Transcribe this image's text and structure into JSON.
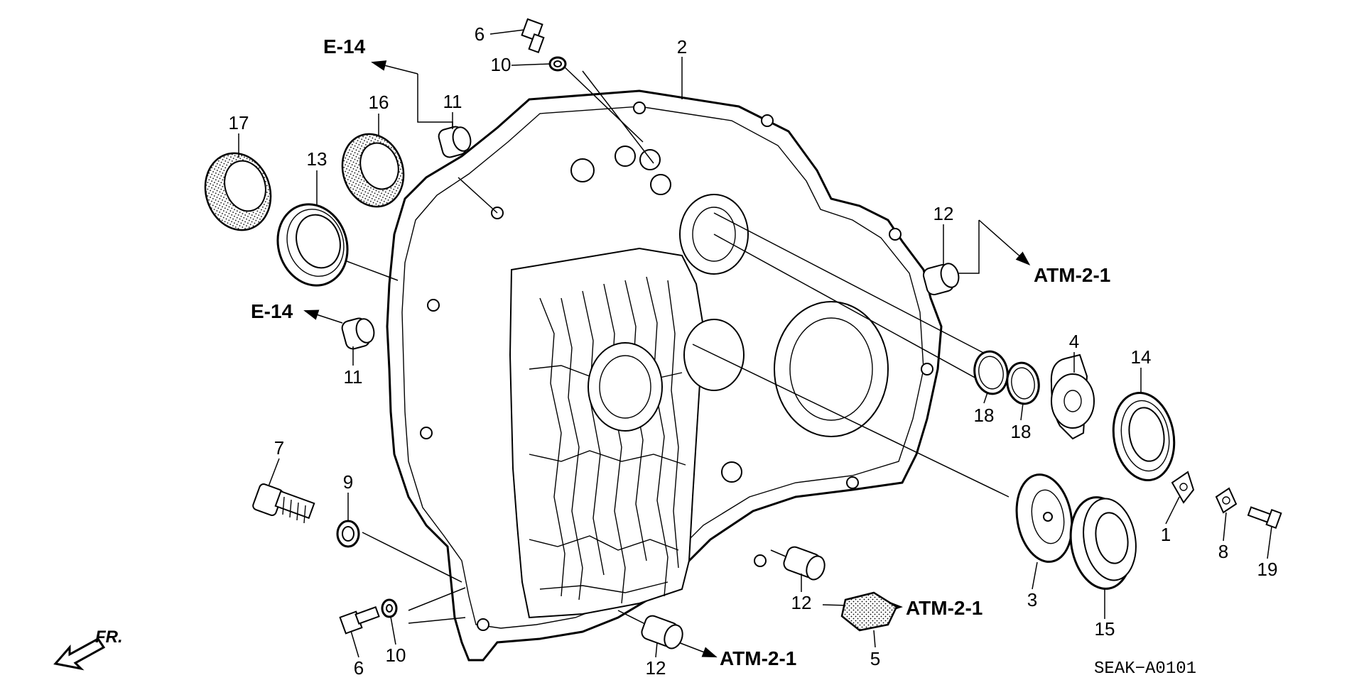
{
  "callouts": {
    "n1": "1",
    "n2": "2",
    "n3": "3",
    "n4": "4",
    "n5": "5",
    "n6a": "6",
    "n6b": "6",
    "n7": "7",
    "n8": "8",
    "n9": "9",
    "n10a": "10",
    "n10b": "10",
    "n11a": "11",
    "n11b": "11",
    "n12a": "12",
    "n12b": "12",
    "n12c": "12",
    "n13": "13",
    "n14": "14",
    "n15": "15",
    "n16": "16",
    "n17": "17",
    "n18a": "18",
    "n18b": "18",
    "n19": "19"
  },
  "references": {
    "e14_top": "E-14",
    "e14_mid": "E-14",
    "atm_right": "ATM-2-1",
    "atm_mid": "ATM-2-1",
    "atm_bottom": "ATM-2-1"
  },
  "direction_label": "FR.",
  "diagram_code": "SEAK−A0101"
}
